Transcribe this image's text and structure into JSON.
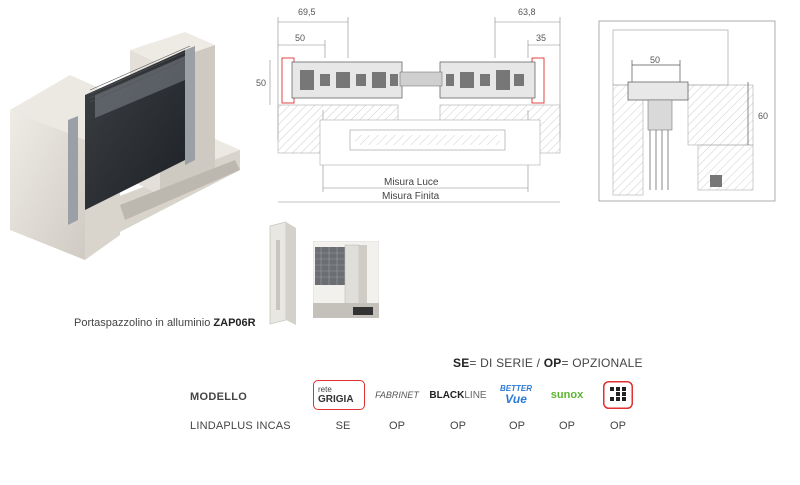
{
  "drawing": {
    "dim_top_left": "69,5",
    "dim_inner_left": "50",
    "dim_side_left": "50",
    "dim_top_right": "63,8",
    "dim_inner_right": "35",
    "label_luce": "Misura Luce",
    "label_finita": "Misura Finita",
    "section_dim_top": "50",
    "section_dim_side": "60"
  },
  "caption": {
    "text": "Portaspazzolino in alluminio ",
    "code": "ZAP06R"
  },
  "legend": {
    "se_abbr": "SE",
    "se_text": "= DI SERIE / ",
    "op_abbr": "OP",
    "op_text": "= OPZIONALE"
  },
  "table": {
    "header_label": "MODELLO",
    "logos": {
      "rete_grigia_top": "rete",
      "rete_grigia_bottom": "GRIGIA",
      "fabrinet": "FABRINET",
      "blackline_bold": "BLACK",
      "blackline_light": "LINE",
      "better_vue_top": "BETTER",
      "better_vue_bottom": "Vue",
      "sunox": "sunox"
    },
    "product": "LINDAPLUS INCAS",
    "values": [
      "SE",
      "OP",
      "OP",
      "OP",
      "OP",
      "OP"
    ]
  },
  "colors": {
    "accent_red": "#e03030",
    "better_vue_blue": "#2b7bd6",
    "sunox_green": "#5bb52e"
  }
}
